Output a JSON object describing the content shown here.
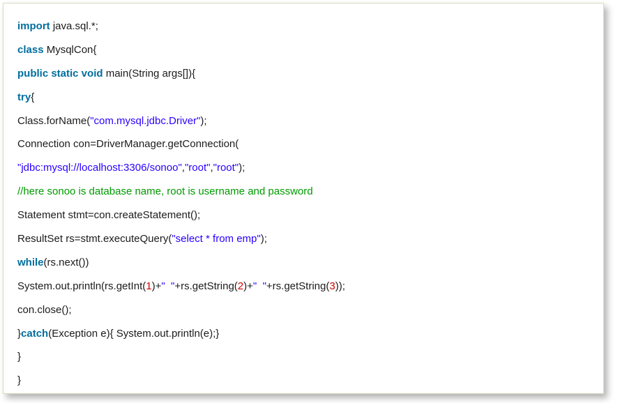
{
  "colors": {
    "keyword": "#006e9f",
    "string": "#2a00ff",
    "comment": "#009a00",
    "number": "#cc0000",
    "plain": "#1b1b1b",
    "border": "#d9d9c0",
    "background": "#ffffff"
  },
  "code": {
    "language": "java",
    "lines": [
      [
        {
          "t": "keyword",
          "v": "import"
        },
        {
          "t": "plain",
          "v": " java.sql.*;"
        }
      ],
      [
        {
          "t": "keyword",
          "v": "class"
        },
        {
          "t": "plain",
          "v": " MysqlCon{"
        }
      ],
      [
        {
          "t": "keyword",
          "v": "public static void"
        },
        {
          "t": "plain",
          "v": " main(String args[]){"
        }
      ],
      [
        {
          "t": "keyword",
          "v": "try"
        },
        {
          "t": "plain",
          "v": "{"
        }
      ],
      [
        {
          "t": "plain",
          "v": "Class.forName("
        },
        {
          "t": "string",
          "v": "\"com.mysql.jdbc.Driver\""
        },
        {
          "t": "plain",
          "v": ");"
        }
      ],
      [
        {
          "t": "plain",
          "v": "Connection con=DriverManager.getConnection("
        }
      ],
      [
        {
          "t": "string",
          "v": "\"jdbc:mysql://localhost:3306/sonoo\""
        },
        {
          "t": "plain",
          "v": ","
        },
        {
          "t": "string",
          "v": "\"root\""
        },
        {
          "t": "plain",
          "v": ","
        },
        {
          "t": "string",
          "v": "\"root\""
        },
        {
          "t": "plain",
          "v": ");"
        }
      ],
      [
        {
          "t": "comment",
          "v": "//here sonoo is database name, root is username and password"
        }
      ],
      [
        {
          "t": "plain",
          "v": "Statement stmt=con.createStatement();"
        }
      ],
      [
        {
          "t": "plain",
          "v": "ResultSet rs=stmt.executeQuery("
        },
        {
          "t": "string",
          "v": "\"select * from emp\""
        },
        {
          "t": "plain",
          "v": ");"
        }
      ],
      [
        {
          "t": "keyword",
          "v": "while"
        },
        {
          "t": "plain",
          "v": "(rs.next())"
        }
      ],
      [
        {
          "t": "plain",
          "v": "System.out.println(rs.getInt("
        },
        {
          "t": "number",
          "v": "1"
        },
        {
          "t": "plain",
          "v": ")+"
        },
        {
          "t": "string",
          "v": "\"  \""
        },
        {
          "t": "plain",
          "v": "+rs.getString("
        },
        {
          "t": "number",
          "v": "2"
        },
        {
          "t": "plain",
          "v": ")+"
        },
        {
          "t": "string",
          "v": "\"  \""
        },
        {
          "t": "plain",
          "v": "+rs.getString("
        },
        {
          "t": "number",
          "v": "3"
        },
        {
          "t": "plain",
          "v": "));"
        }
      ],
      [
        {
          "t": "plain",
          "v": "con.close();"
        }
      ],
      [
        {
          "t": "plain",
          "v": "}"
        },
        {
          "t": "keyword",
          "v": "catch"
        },
        {
          "t": "plain",
          "v": "(Exception e){ System.out.println(e);}"
        }
      ],
      [
        {
          "t": "plain",
          "v": "}"
        }
      ],
      [
        {
          "t": "plain",
          "v": "}"
        }
      ]
    ]
  }
}
